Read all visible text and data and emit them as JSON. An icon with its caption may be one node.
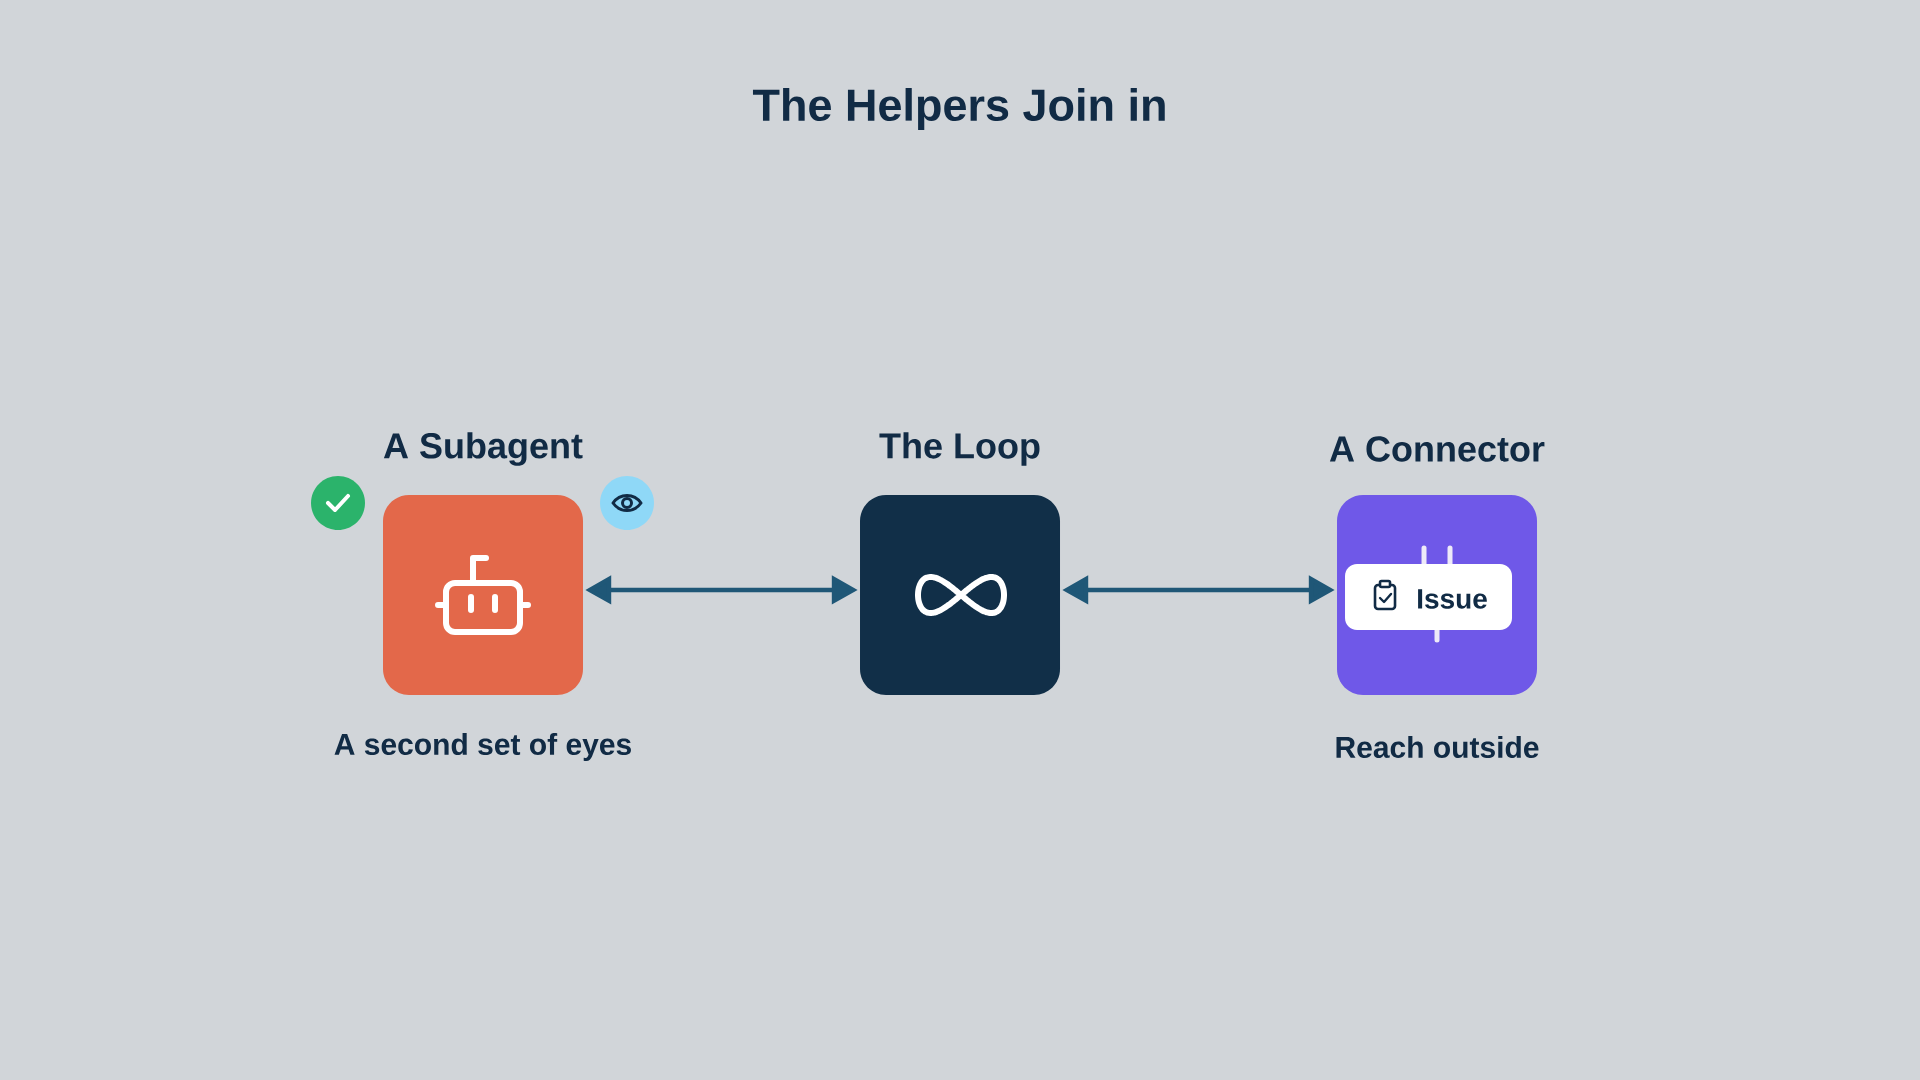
{
  "diagram": {
    "title": "The Helpers Join in",
    "nodes": [
      {
        "text": [
          "A Subagent"
        ],
        "beside": [
          "A second set of eyes"
        ]
      },
      {
        "text": [
          "The Loop"
        ]
      },
      {
        "text": [
          "A Connector"
        ],
        "beside": [
          "Reach outside"
        ]
      },
      {
        "text": [
          "Issue"
        ],
        "in": 2
      }
    ],
    "edges": [
      {
        "from": 0,
        "to": 1,
        "arrow": "both"
      },
      {
        "from": 1,
        "to": 2,
        "arrow": "both"
      }
    ]
  }
}
